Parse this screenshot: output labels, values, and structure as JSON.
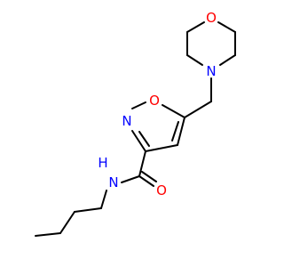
{
  "molecule": {
    "atoms": [
      {
        "id": "O_morph",
        "symbol": "O",
        "color": "#ff0000"
      },
      {
        "id": "N_morph",
        "symbol": "N",
        "color": "#0000ff"
      },
      {
        "id": "O_ring",
        "symbol": "O",
        "color": "#ff0000"
      },
      {
        "id": "N_ring",
        "symbol": "N",
        "color": "#0000ff"
      },
      {
        "id": "N_amide",
        "symbol": "N",
        "color": "#0000ff"
      },
      {
        "id": "H_amide",
        "symbol": "H",
        "color": "#0000ff"
      },
      {
        "id": "O_carbonyl",
        "symbol": "O",
        "color": "#ff0000"
      }
    ]
  },
  "colors": {
    "bond": "#000000",
    "oxygen": "#ff0000",
    "nitrogen": "#0000ff",
    "background": "#ffffff"
  }
}
